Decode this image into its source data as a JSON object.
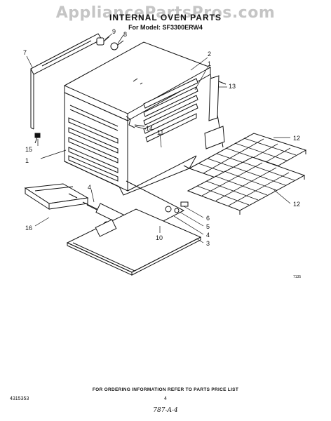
{
  "watermark": "AppliancePartsPros.com",
  "title": "INTERNAL OVEN PARTS",
  "model_line": "For Model: SF3300ERW4",
  "callouts": {
    "c1": "1",
    "c2": "2",
    "c3": "3",
    "c4a": "4",
    "c4b": "4",
    "c5": "5",
    "c6": "6",
    "c7": "7",
    "c8": "8",
    "c9": "9",
    "c10": "10",
    "c11": "11",
    "c12a": "12",
    "c12b": "12",
    "c13": "13",
    "c14": "14",
    "c15": "15",
    "c16": "16"
  },
  "figure_code": "7135",
  "footer_text": "FOR ORDERING INFORMATION REFER TO PARTS PRICE LIST",
  "doc_number": "4315353",
  "page_number": "4",
  "handwritten_note": "787-A-4",
  "colors": {
    "line": "#111111",
    "watermark": "#969696"
  }
}
